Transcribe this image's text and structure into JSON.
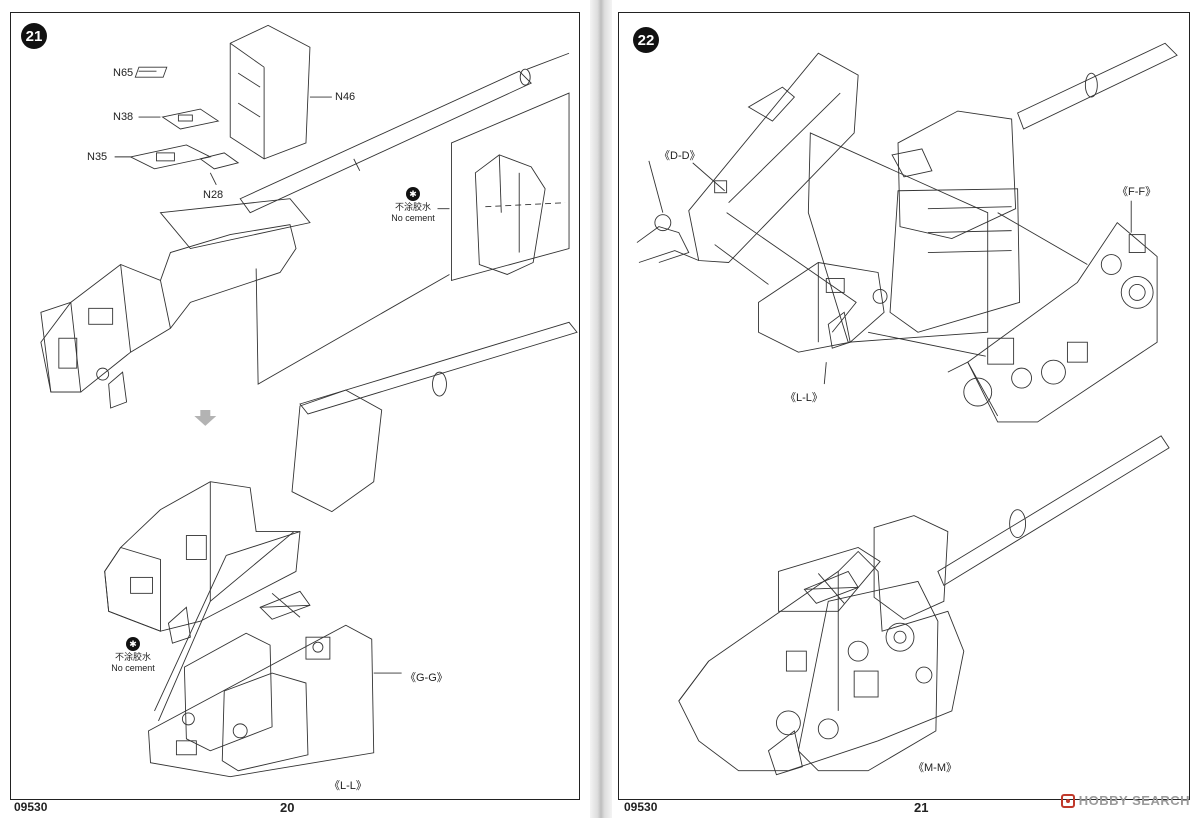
{
  "left_page": {
    "step": "21",
    "parts": {
      "n65": "N65",
      "n38": "N38",
      "n35": "N35",
      "n28": "N28",
      "n46": "N46"
    },
    "no_cement_top": {
      "zh": "不涂胶水",
      "en": "No cement"
    },
    "no_cement_bottom": {
      "zh": "不涂胶水",
      "en": "No cement"
    },
    "view_gg": "《G-G》",
    "view_ll": "《L-L》",
    "catalog_no": "09530",
    "page_no": "20"
  },
  "right_page": {
    "step": "22",
    "view_dd": "《D-D》",
    "view_ff": "《F-F》",
    "view_ll": "《L-L》",
    "view_mm": "《M-M》",
    "catalog_no": "09530",
    "page_no": "21"
  },
  "watermark": {
    "text": "HOBBY SEARCH",
    "icon": "hobby-search-logo-icon"
  }
}
